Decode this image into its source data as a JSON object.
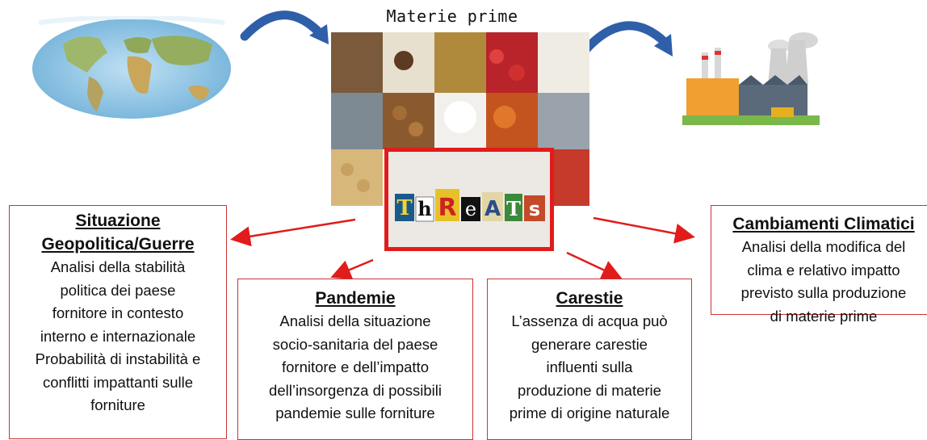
{
  "header": {
    "title": "Materie prime"
  },
  "center": {
    "threats_letters": [
      "T",
      "h",
      "R",
      "e",
      "A",
      "T",
      "s"
    ]
  },
  "boxes": [
    {
      "title": "Situazione Geopolitica/Guerre",
      "title_lines": [
        "Situazione",
        "Geopolitica/Guerre"
      ],
      "body_lines": [
        "Analisi della stabilità",
        "politica dei paese",
        "fornitore  in contesto",
        "interno e internazionale",
        "Probabilità di instabilità e",
        "conflitti impattanti sulle",
        "forniture"
      ]
    },
    {
      "title": "Pandemie",
      "body_lines": [
        "Analisi della situazione",
        "socio-sanitaria del paese",
        "fornitore e dell’impatto",
        "dell’insorgenza di possibili",
        "pandemie sulle forniture"
      ]
    },
    {
      "title": "Carestie",
      "body_lines": [
        "L’assenza di acqua può",
        "generare carestie",
        "influenti sulla",
        "produzione di materie",
        "prime di origine naturale"
      ]
    },
    {
      "title": "Cambiamenti Climatici",
      "body_lines": [
        "Analisi della modifica del",
        "clima e relativo impatto",
        "previsto sulla produzione",
        "di materie prime"
      ]
    }
  ],
  "colors": {
    "accent_red": "#e21b1b",
    "box_border": "#c33",
    "arrow_blue": "#2f5fa8"
  }
}
